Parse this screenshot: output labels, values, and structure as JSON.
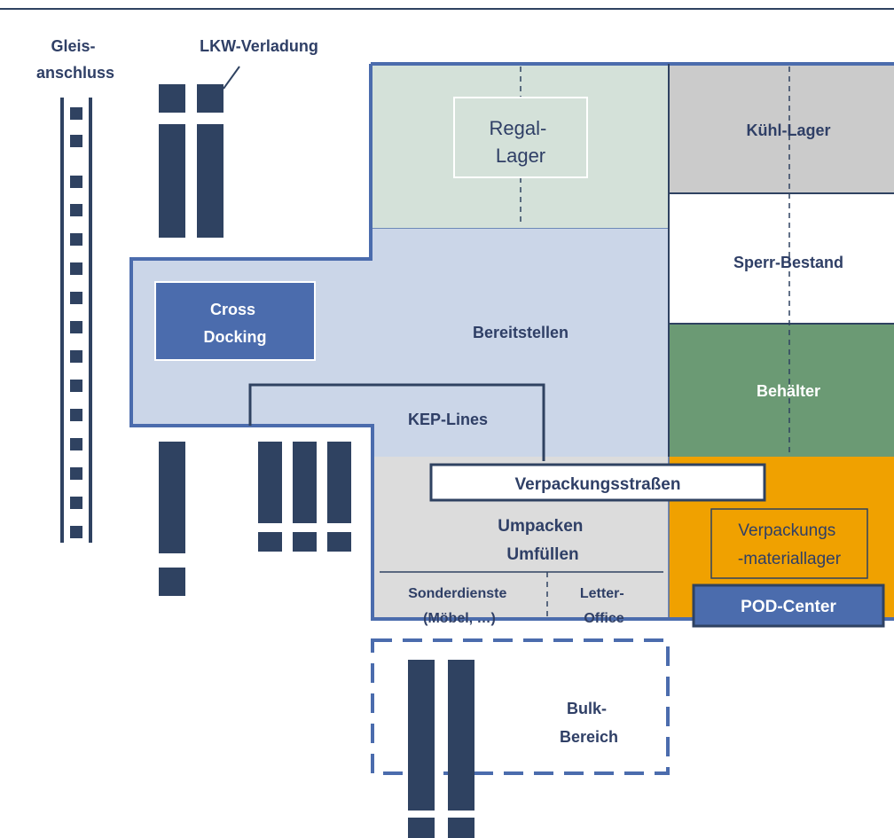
{
  "colors": {
    "navy": "#2f4261",
    "blue": "#4b6cad",
    "light_blue": "#cbd6e8",
    "light_green": "#d4e1d9",
    "gray": "#cbcbcb",
    "light_gray": "#dcdcdc",
    "green": "#6b9a74",
    "orange": "#f0a100",
    "text_blue": "#2f3f66"
  },
  "labels": {
    "rail": [
      "Gleis-",
      "anschluss"
    ],
    "truck_loading": "LKW-Verladung",
    "shelf_storage": [
      "Regal-",
      "Lager"
    ],
    "cold_storage": "Kühl-Lager",
    "blocked_stock": "Sperr-Bestand",
    "containers": "Behälter",
    "cross_docking": [
      "Cross",
      "Docking"
    ],
    "staging": "Bereitstellen",
    "kep_lines": "KEP-Lines",
    "packaging_lanes": "Verpackungsstraßen",
    "repacking": [
      "Umpacken",
      "Umfüllen"
    ],
    "special_services": [
      "Sonderdienste",
      "(Möbel, …)"
    ],
    "letter_office": [
      "Letter-",
      "Office"
    ],
    "packaging_material": [
      "Verpackungs",
      "-materiallager"
    ],
    "pod_center": "POD-Center",
    "bulk_area": [
      "Bulk-",
      "Bereich"
    ]
  }
}
